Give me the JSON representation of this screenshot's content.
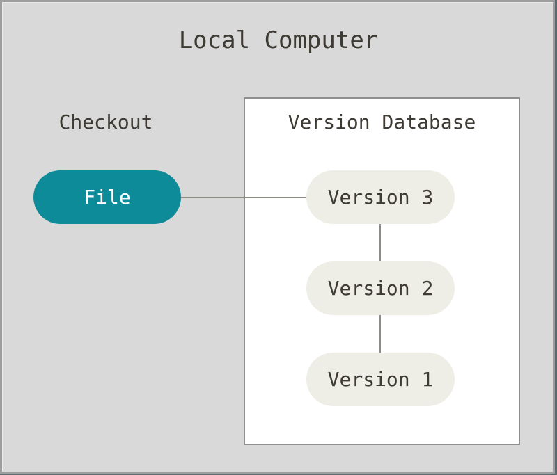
{
  "diagram": {
    "title": "Local Computer",
    "checkout": {
      "label": "Checkout",
      "file_node": "File"
    },
    "version_database": {
      "title": "Version Database",
      "versions": [
        "Version 3",
        "Version 2",
        "Version 1"
      ]
    },
    "colors": {
      "background": "#d9d9d9",
      "frame_border": "#9e9e9e",
      "frame_edge_dark": "#5a6a6d",
      "text": "#3e3a34",
      "box_bg": "#ffffff",
      "box_border": "#8f8f8f",
      "connector": "#8c8c87",
      "file_fill": "#0e8b98",
      "file_text": "#ffffff",
      "version_fill": "#eeede6"
    }
  }
}
